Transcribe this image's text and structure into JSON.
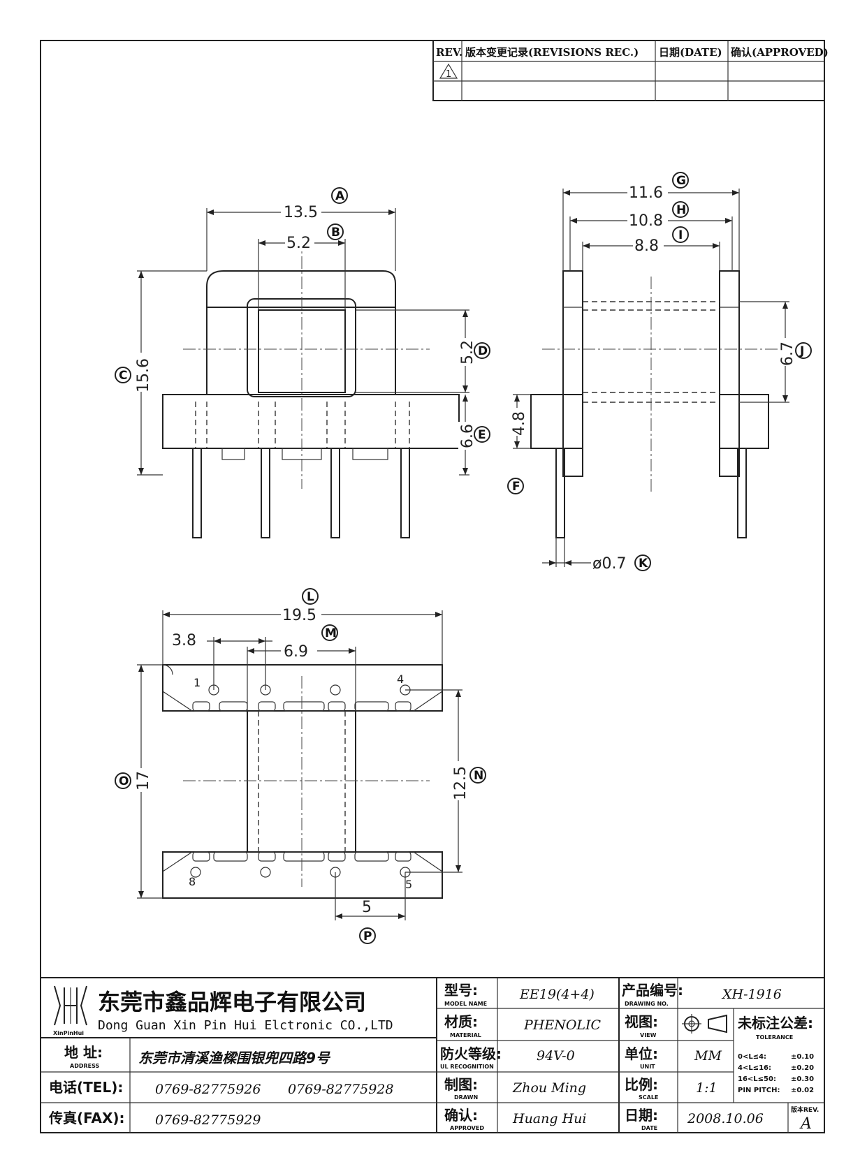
{
  "revision_table": {
    "rev_header": "REV.",
    "record_header": "版本变更记录(REVISIONS REC.)",
    "date_header": "日期(DATE)",
    "approved_header": "确认(APPROVED)",
    "rev_mark": "1"
  },
  "front_view": {
    "dim_a": "13.5",
    "label_a": "A",
    "dim_b": "5.2",
    "label_b": "B",
    "dim_c": "15.6",
    "label_c": "C",
    "dim_d": "5.2",
    "label_d": "D",
    "dim_e": "6.6",
    "label_e": "E"
  },
  "side_view": {
    "dim_g": "11.6",
    "label_g": "G",
    "dim_h": "10.8",
    "label_h": "H",
    "dim_i": "8.8",
    "label_i": "I",
    "dim_j": "6.7",
    "label_j": "J",
    "dim_f": "4.8",
    "label_f": "F",
    "dim_k": "ø0.7",
    "label_k": "K"
  },
  "bottom_view": {
    "dim_l": "19.5",
    "label_l": "L",
    "dim_m1": "3.8",
    "dim_m2": "6.9",
    "label_m": "M",
    "dim_o": "17",
    "label_o": "O",
    "dim_n": "12.5",
    "label_n": "N",
    "dim_p": "5",
    "label_p": "P",
    "pin_1": "1",
    "pin_4": "4",
    "pin_5": "5",
    "pin_8": "8"
  },
  "title_block": {
    "company_cn": "东莞市鑫品辉电子有限公司",
    "company_en": "Dong Guan Xin Pin Hui Elctronic CO.,LTD",
    "logo_text": "XinPinHui",
    "address_label": "地 址:",
    "address_label_en": "ADDRESS",
    "address": "东莞市清溪渔樑围银兜四路9号",
    "tel_label": "电话(TEL):",
    "tel_1": "0769-82775926",
    "tel_2": "0769-82775928",
    "fax_label": "传真(FAX):",
    "fax": "0769-82775929",
    "model_label": "型号:",
    "model_label_en": "MODEL NAME",
    "model": "EE19(4+4)",
    "material_label": "材质:",
    "material_label_en": "MATERIAL",
    "material": "PHENOLIC",
    "ul_label": "防火等级:",
    "ul_label_en": "UL RECOGNITION",
    "ul": "94V-0",
    "drawn_label": "制图:",
    "drawn_label_en": "DRAWN",
    "drawn": "Zhou Ming",
    "approved_label": "确认:",
    "approved_label_en": "APPROVED",
    "approved": "Huang Hui",
    "drawing_no_label": "产品编号:",
    "drawing_no_label_en": "DRAWING NO.",
    "drawing_no": "XH-1916",
    "view_label": "视图:",
    "view_label_en": "VIEW",
    "unit_label": "单位:",
    "unit_label_en": "UNIT",
    "unit": "MM",
    "scale_label": "比例:",
    "scale_label_en": "SCALE",
    "scale": "1:1",
    "date_label": "日期:",
    "date_label_en": "DATE",
    "date": "2008.10.06",
    "tolerance_label": "未标注公差:",
    "tolerance_label_en": "TOLERANCE",
    "tol_1_range": "0<L≤4:",
    "tol_1": "±0.10",
    "tol_2_range": "4<L≤16:",
    "tol_2": "±0.20",
    "tol_3_range": "16<L≤50:",
    "tol_3": "±0.30",
    "tol_4_range": "PIN PITCH:",
    "tol_4": "±0.02",
    "rev_label": "版本REV.",
    "rev": "A"
  }
}
